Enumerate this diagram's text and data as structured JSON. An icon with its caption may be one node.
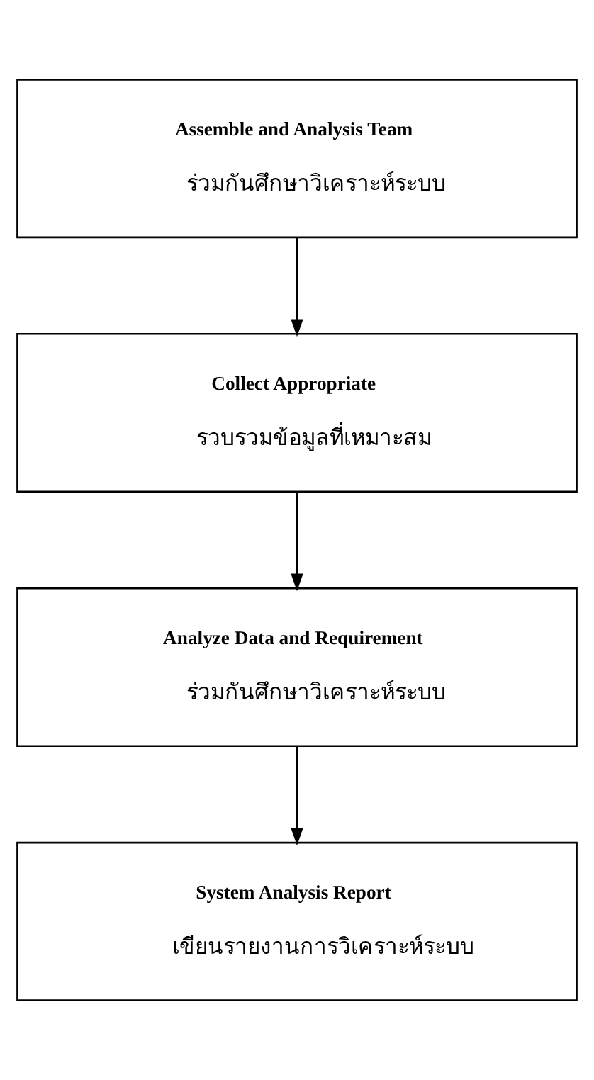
{
  "diagram": {
    "nodes": [
      {
        "text": [
          "Assemble and Analysis Team",
          "ร่วมกันศึกษาวิเคราะห์ระบบ"
        ]
      },
      {
        "text": [
          "Collect Appropriate",
          "รวบรวมข้อมูลที่เหมาะสม"
        ]
      },
      {
        "text": [
          "Analyze Data and Requirement",
          "ร่วมกันศึกษาวิเคราะห์ระบบ"
        ]
      },
      {
        "text": [
          "System Analysis Report",
          "เขียนรายงานการวิเคราะห์ระบบ"
        ]
      }
    ],
    "edges": [
      {
        "from": 0,
        "to": 1,
        "arrow": "to"
      },
      {
        "from": 1,
        "to": 2,
        "arrow": "to"
      },
      {
        "from": 2,
        "to": 3,
        "arrow": "to"
      }
    ]
  }
}
